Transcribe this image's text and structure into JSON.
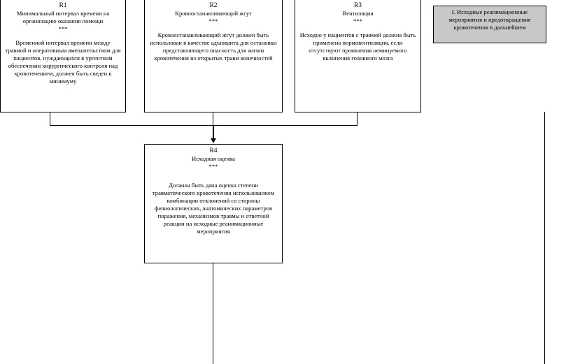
{
  "boxes": {
    "r1": {
      "code": "R1",
      "title": "Минимальный интервал времени на организацию оказания помощи",
      "stars": "***",
      "body": "Временной интервал времени между травмой и оперативным вмешательством для пациентов, нуждающихся в ургентном обеспечении хирургического контроля над кровотечением, должен быть сведен к минимуму"
    },
    "r2": {
      "code": "R2",
      "title": "Кровоостанавливающий жгут",
      "stars": "***",
      "body": "Кровоостанавливающий жгут должен быть использован в качестве адъюванта для остановки представляющего опасность для жизни кровотечения из открытых травм конечностей"
    },
    "r3": {
      "code": "R3",
      "title": "Вентиляция",
      "stars": "***",
      "body": "Исходно у пациентов с травмой должна быть применена нормовентиляция, если отсутствуют проявления неминуемого вклинения головного мозга"
    },
    "r4": {
      "code": "R4",
      "title": "Исходная оценка",
      "stars": "***",
      "body": "Должны быть дана оценка степени травматического кровотечения использованием комбинации отклонений со стороны физиологических, анатомических параметров поражения, механизмов травмы и ответной реакции на исходные реанимационные мероприятия"
    }
  },
  "section_note": "I. Исходные реанимационные мероприятия и предотвращение кровотечения в дальнейшем"
}
